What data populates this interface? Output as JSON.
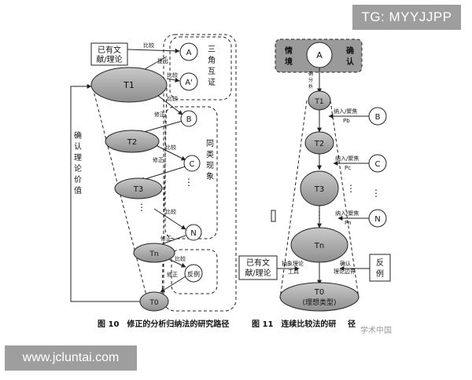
{
  "watermarks": {
    "top": "TG: MYYJJPP",
    "bottom": "www.jcluntai.com",
    "chinese": "学术中国"
  },
  "fig10": {
    "caption": "图 10　修正的分析归纳法的研究路径",
    "lit_box": [
      "已有文",
      "献/理论"
    ],
    "compare_label": "比较",
    "tiqu_label": "提出",
    "node_A": "A",
    "node_Ap": "A'",
    "node_B": "B",
    "node_C": "C",
    "node_N": "N",
    "node_fanli": "反例",
    "T1": "T1",
    "T2": "T2",
    "T3": "T3",
    "Tn": "Tn",
    "T0": "T0",
    "xiuzheng": "修正",
    "bijiao": "比较",
    "sanjiao": [
      "三",
      "角",
      "互",
      "证"
    ],
    "tonglei": [
      "同",
      "类",
      "现",
      "象"
    ],
    "queren": [
      "确",
      "认",
      "理",
      "论",
      "价",
      "值"
    ],
    "dots": "⋮"
  },
  "fig11": {
    "caption": "图 11　连续比较法的研",
    "caption_tail": "径",
    "qingjing": [
      "情",
      "境"
    ],
    "queren": [
      "确",
      "认"
    ],
    "node_A": "A",
    "guina_vertical": [
      "确",
      "分",
      "析"
    ],
    "T1": "T1",
    "T2": "T2",
    "T3": "T3",
    "Tn": "Tn",
    "T0": "T0",
    "T0_sub": "(理想类型)",
    "node_B": "B",
    "node_C": "C",
    "node_N": "N",
    "fanli": [
      "反",
      "例"
    ],
    "naru_label": "纳入/聚焦",
    "pb": "Pb",
    "pc": "Pc",
    "pn": "Pn",
    "lit_box": [
      "已有文",
      "献/理论"
    ],
    "chouxiang": [
      "抽象理论",
      "工具"
    ],
    "queren_bianjie": [
      "确认",
      "理论边界"
    ],
    "dots": "⋮"
  }
}
